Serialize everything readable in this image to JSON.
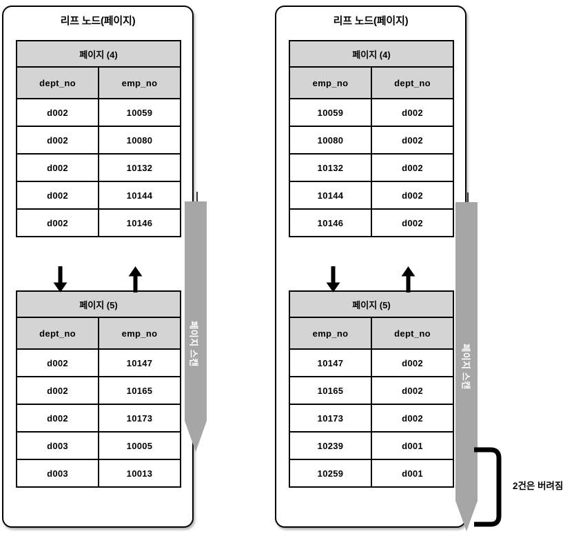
{
  "panels": [
    {
      "id": "left",
      "title": "리프 노드(페이지)",
      "pages": [
        {
          "page_label": "페이지 (4)",
          "columns": [
            "dept_no",
            "emp_no"
          ],
          "rows": [
            [
              "d002",
              "10059"
            ],
            [
              "d002",
              "10080"
            ],
            [
              "d002",
              "10132"
            ],
            [
              "d002",
              "10144"
            ],
            [
              "d002",
              "10146"
            ]
          ]
        },
        {
          "page_label": "페이지 (5)",
          "columns": [
            "dept_no",
            "emp_no"
          ],
          "rows": [
            [
              "d002",
              "10147"
            ],
            [
              "d002",
              "10165"
            ],
            [
              "d002",
              "10173"
            ],
            [
              "d003",
              "10005"
            ],
            [
              "d003",
              "10013"
            ]
          ]
        }
      ],
      "scan_label": "페이지 스캔"
    },
    {
      "id": "right",
      "title": "리프 노드(페이지)",
      "pages": [
        {
          "page_label": "페이지 (4)",
          "columns": [
            "emp_no",
            "dept_no"
          ],
          "rows": [
            [
              "10059",
              "d002"
            ],
            [
              "10080",
              "d002"
            ],
            [
              "10132",
              "d002"
            ],
            [
              "10144",
              "d002"
            ],
            [
              "10146",
              "d002"
            ]
          ]
        },
        {
          "page_label": "페이지 (5)",
          "columns": [
            "emp_no",
            "dept_no"
          ],
          "rows": [
            [
              "10147",
              "d002"
            ],
            [
              "10165",
              "d002"
            ],
            [
              "10173",
              "d002"
            ],
            [
              "10239",
              "d001"
            ],
            [
              "10259",
              "d001"
            ]
          ]
        }
      ],
      "scan_label": "페이지 스캔"
    }
  ],
  "annotation": {
    "discard_note": "2건은 버려짐"
  },
  "colors": {
    "header_fill": "#d4d4d4",
    "arrow_fill": "#a6a6a6",
    "border": "#000000",
    "background": "#ffffff"
  }
}
